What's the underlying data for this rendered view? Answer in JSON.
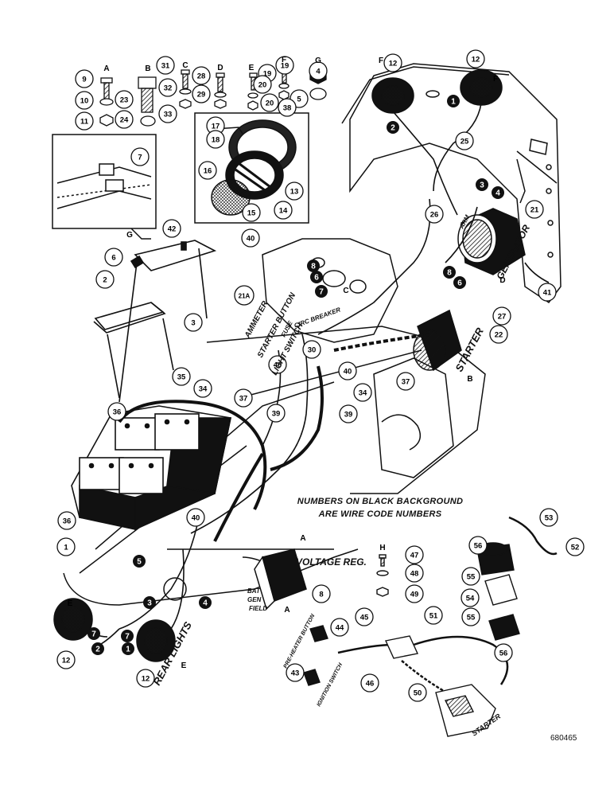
{
  "diagram": {
    "note_line1": "NUMBERS ON BLACK BACKGROUND",
    "note_line2": "ARE WIRE CODE NUMBERS",
    "part_number": "680465",
    "hardware_letters": [
      "A",
      "B",
      "C",
      "D",
      "E",
      "F",
      "G",
      "H"
    ],
    "component_labels": {
      "ammeter": "AMMETER",
      "starter_button": "STARTER BUTTON",
      "light_switch": "LIGHT SWITCH",
      "fuse": "FUSE",
      "circ_breaker": "CIRC BREAKER",
      "generator": "GENERATOR",
      "arm": "ARM",
      "starter": "STARTER",
      "voltage_reg": "VOLTAGE REG.",
      "bat": "BAT",
      "gen": "GEN",
      "field": "FIELD",
      "rear_lights": "REAR LIGHTS",
      "pre_heater_button": "PRE-HEATER BUTTON",
      "ignition_switch": "IGNITION SWITCH",
      "starter2": "STARTER"
    },
    "callouts": [
      "1",
      "2",
      "3",
      "4",
      "5",
      "6",
      "7",
      "8",
      "9",
      "10",
      "11",
      "12",
      "13",
      "14",
      "15",
      "16",
      "17",
      "18",
      "19",
      "20",
      "21",
      "21A",
      "22",
      "23",
      "24",
      "25",
      "26",
      "27",
      "28",
      "29",
      "30",
      "31",
      "32",
      "33",
      "34",
      "35",
      "36",
      "37",
      "38",
      "39",
      "40",
      "41",
      "42",
      "43",
      "44",
      "45",
      "46",
      "47",
      "48",
      "49",
      "50",
      "51",
      "52",
      "53",
      "54",
      "55",
      "56"
    ],
    "wire_codes": [
      "1",
      "2",
      "3",
      "4",
      "5",
      "6",
      "7",
      "8"
    ]
  }
}
